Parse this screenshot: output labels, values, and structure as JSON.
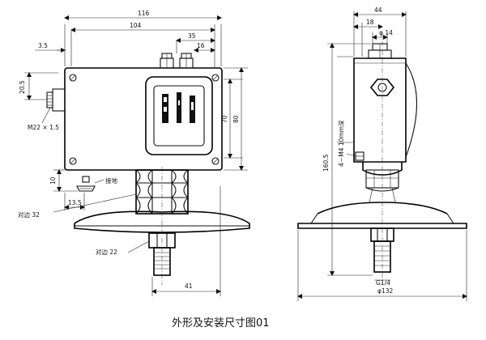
{
  "caption": "外形及安装尺寸图01",
  "front_view": {
    "dim_total_width": "116",
    "dim_body_width": "104",
    "dim_35": "35",
    "dim_16": "16",
    "dim_3_5": "3.5",
    "dim_20_5": "20.5",
    "thread_label": "M22 × 1.5",
    "dim_70": "70",
    "dim_80": "80",
    "dim_10": "10",
    "ground_label": "接地",
    "across_flats_32": "对边 32",
    "dim_13_5": "13.5",
    "across_flats_22": "对边 22",
    "dim_41": "41"
  },
  "side_view": {
    "dim_44": "44",
    "dim_18": "18",
    "dia_14": "φ 14",
    "dim_160_5": "160.5",
    "screw_label": "4－M4 10mm深",
    "thread_g": "G1/4",
    "dia_132": "φ132"
  }
}
